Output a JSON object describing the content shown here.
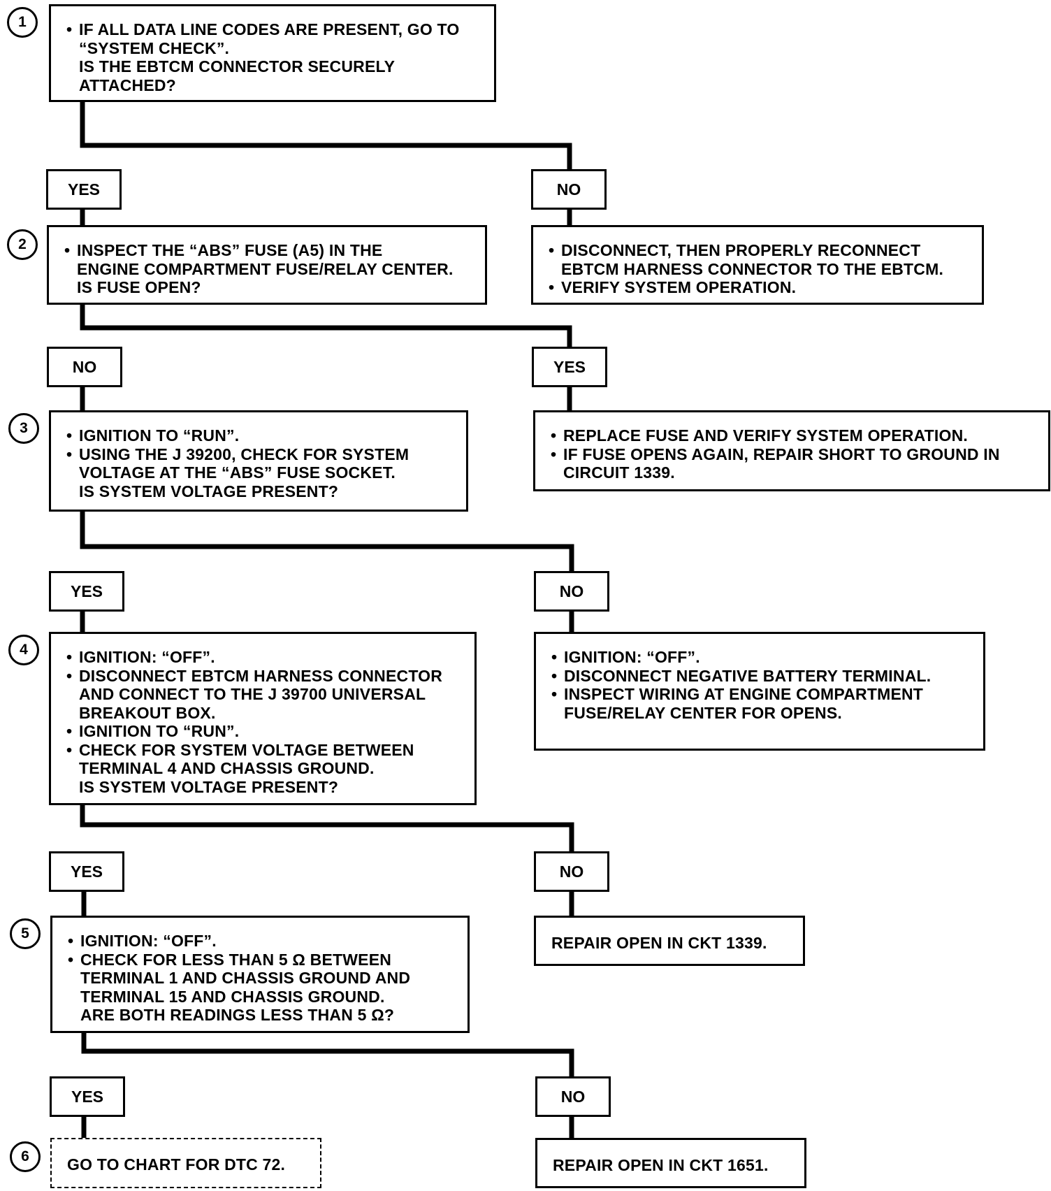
{
  "steps": [
    "1",
    "2",
    "3",
    "4",
    "5",
    "6"
  ],
  "labels": {
    "yes": "YES",
    "no": "NO"
  },
  "nodes": {
    "step1": {
      "lines": [
        {
          "bullet": "•",
          "text": "IF ALL DATA LINE CODES ARE PRESENT, GO TO"
        },
        {
          "bullet": "",
          "text": "“SYSTEM CHECK”."
        },
        {
          "bullet": "",
          "text": "IS THE EBTCM CONNECTOR SECURELY"
        },
        {
          "bullet": "",
          "text": "ATTACHED?"
        }
      ]
    },
    "step2": {
      "lines": [
        {
          "bullet": "•",
          "text": "INSPECT THE “ABS” FUSE (A5) IN THE"
        },
        {
          "bullet": "",
          "text": "ENGINE COMPARTMENT FUSE/RELAY CENTER."
        },
        {
          "bullet": "",
          "text": "IS FUSE OPEN?"
        }
      ]
    },
    "reconnect": {
      "lines": [
        {
          "bullet": "•",
          "text": "DISCONNECT, THEN PROPERLY RECONNECT"
        },
        {
          "bullet": "",
          "text": "EBTCM HARNESS CONNECTOR TO THE EBTCM."
        },
        {
          "bullet": "•",
          "text": "VERIFY SYSTEM OPERATION."
        }
      ]
    },
    "step3": {
      "lines": [
        {
          "bullet": "•",
          "text": "IGNITION TO “RUN”."
        },
        {
          "bullet": "•",
          "text": "USING THE J 39200, CHECK FOR SYSTEM"
        },
        {
          "bullet": "",
          "text": "VOLTAGE AT THE “ABS” FUSE SOCKET."
        },
        {
          "bullet": "",
          "text": "IS SYSTEM VOLTAGE PRESENT?"
        }
      ]
    },
    "replace_fuse": {
      "lines": [
        {
          "bullet": "•",
          "text": "REPLACE FUSE AND VERIFY SYSTEM OPERATION."
        },
        {
          "bullet": "•",
          "text": "IF FUSE OPENS AGAIN, REPAIR SHORT TO GROUND IN"
        },
        {
          "bullet": "",
          "text": "CIRCUIT 1339."
        }
      ]
    },
    "step4": {
      "lines": [
        {
          "bullet": "•",
          "text": "IGNITION: “OFF”."
        },
        {
          "bullet": "•",
          "text": "DISCONNECT EBTCM HARNESS CONNECTOR"
        },
        {
          "bullet": "",
          "text": "AND CONNECT TO THE J 39700 UNIVERSAL"
        },
        {
          "bullet": "",
          "text": "BREAKOUT BOX."
        },
        {
          "bullet": "•",
          "text": "IGNITION TO “RUN”."
        },
        {
          "bullet": "•",
          "text": "CHECK FOR SYSTEM VOLTAGE BETWEEN"
        },
        {
          "bullet": "",
          "text": "TERMINAL 4 AND CHASSIS GROUND."
        },
        {
          "bullet": "",
          "text": "IS SYSTEM VOLTAGE PRESENT?"
        }
      ]
    },
    "inspect_wiring": {
      "lines": [
        {
          "bullet": "•",
          "text": "IGNITION: “OFF”."
        },
        {
          "bullet": "•",
          "text": "DISCONNECT NEGATIVE BATTERY TERMINAL."
        },
        {
          "bullet": "•",
          "text": "INSPECT WIRING AT ENGINE COMPARTMENT"
        },
        {
          "bullet": "",
          "text": "FUSE/RELAY CENTER FOR OPENS."
        }
      ]
    },
    "step5": {
      "lines": [
        {
          "bullet": "•",
          "text": "IGNITION: “OFF”."
        },
        {
          "bullet": "•",
          "text": "CHECK FOR LESS THAN 5 Ω BETWEEN"
        },
        {
          "bullet": "",
          "text": "TERMINAL 1 AND CHASSIS GROUND AND"
        },
        {
          "bullet": "",
          "text": "TERMINAL 15 AND CHASSIS GROUND."
        },
        {
          "bullet": "",
          "text": "ARE BOTH READINGS LESS THAN 5 Ω?"
        }
      ]
    },
    "repair_1339": {
      "lines": [
        {
          "bullet": "",
          "text": "REPAIR OPEN IN CKT 1339."
        }
      ]
    },
    "step6": {
      "lines": [
        {
          "bullet": "",
          "text": "GO TO CHART FOR DTC 72."
        }
      ]
    },
    "repair_1651": {
      "lines": [
        {
          "bullet": "",
          "text": "REPAIR OPEN IN CKT 1651."
        }
      ]
    }
  }
}
